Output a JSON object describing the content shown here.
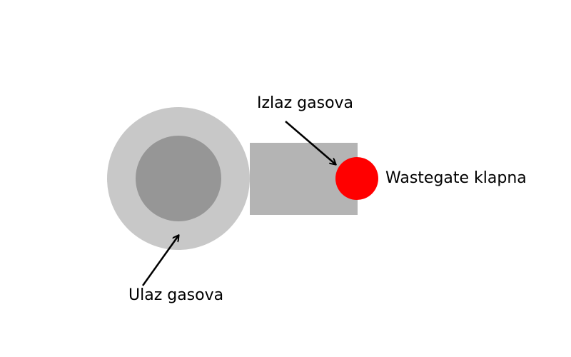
{
  "labels": {
    "outlet": "Izlaz gasova",
    "wastegate": "Wastegate klapna",
    "inlet": "Ulaz gasova"
  },
  "colors": {
    "outer_housing": "#c8c8c8",
    "inner_wheel": "#969696",
    "outlet_pipe": "#b4b4b4",
    "wastegate_valve": "#ff0000",
    "arrow": "#000000"
  }
}
